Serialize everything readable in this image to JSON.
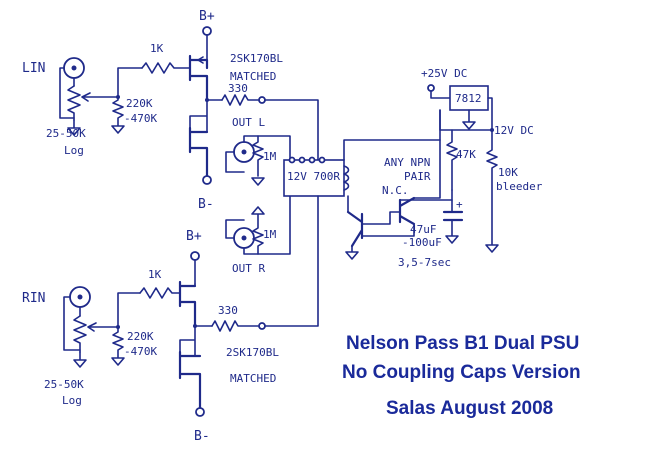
{
  "labels": {
    "b_plus_top": "B+",
    "l_in": "LIN",
    "r1k_top": "1K",
    "jfet_top": "2SK170BL",
    "matched_top": "MATCHED",
    "r330_top": "330",
    "r220k_top_a": "220K",
    "r220k_top_b": "-470K",
    "pot_top_a": "25-50K",
    "pot_top_b": "Log",
    "out_l": "OUT L",
    "r1m_l": "1M",
    "b_minus_mid": "B-",
    "r1m_r": "1M",
    "out_r": "OUT R",
    "b_plus_bot": "B+",
    "r_in": "RIN",
    "r1k_bot": "1K",
    "r330_bot": "330",
    "r220k_bot_a": "220K",
    "r220k_bot_b": "-470K",
    "jfet_bot": "2SK170BL",
    "matched_bot": "MATCHED",
    "pot_bot_a": "25-50K",
    "pot_bot_b": "Log",
    "b_minus_bot": "B-",
    "transformer": "12V 700R",
    "supply": "+25V DC",
    "regulator": "7812",
    "rail_12v": "12V DC",
    "r47k": "47K",
    "r10k_a": "10K",
    "r10k_b": "bleeder",
    "npn_a": "ANY NPN",
    "npn_b": "PAIR",
    "npn_c": "N.C.",
    "cap_plus": "+",
    "cap_a": "47uF",
    "cap_b": "-100uF",
    "delay": "3,5-7sec"
  },
  "title": {
    "line1": "Nelson Pass B1 Dual PSU",
    "line2": "No Coupling Caps Version",
    "line3": "Salas August 2008"
  }
}
